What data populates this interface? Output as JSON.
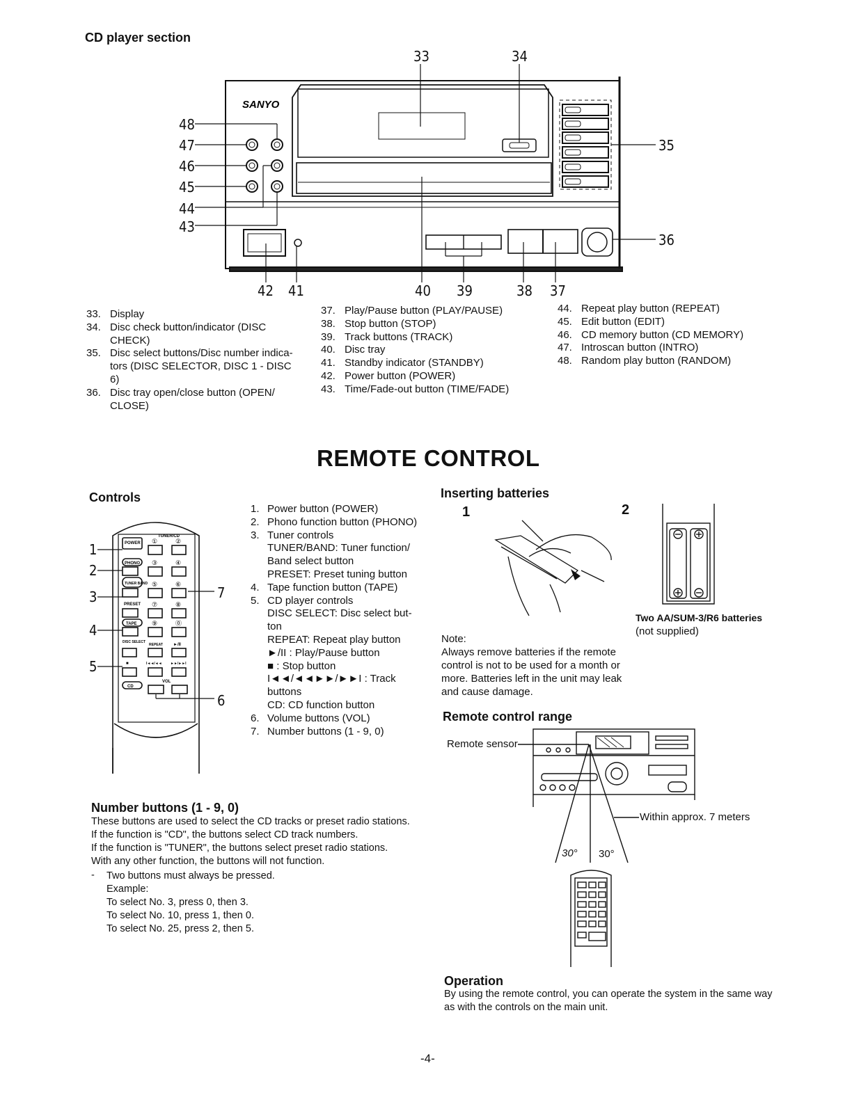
{
  "cd_section": {
    "heading": "CD player section",
    "brand": "SANYO",
    "callouts": {
      "c33": "33",
      "c34": "34",
      "c35": "35",
      "c36": "36",
      "c37": "37",
      "c38": "38",
      "c39": "39",
      "c40": "40",
      "c41": "41",
      "c42": "42",
      "c43": "43",
      "c44": "44",
      "c45": "45",
      "c46": "46",
      "c47": "47",
      "c48": "48"
    },
    "legend_col1": [
      {
        "num": "33.",
        "lines": [
          "Display"
        ]
      },
      {
        "num": "34.",
        "lines": [
          "Disc check button/indicator (DISC",
          "CHECK)"
        ]
      },
      {
        "num": "35.",
        "lines": [
          "Disc select buttons/Disc number indica-",
          "tors (DISC SELECTOR, DISC 1 - DISC 6)"
        ]
      },
      {
        "num": "36.",
        "lines": [
          "Disc tray open/close button (OPEN/",
          "CLOSE)"
        ]
      }
    ],
    "legend_col2": [
      {
        "num": "37.",
        "lines": [
          "Play/Pause button (PLAY/PAUSE)"
        ]
      },
      {
        "num": "38.",
        "lines": [
          "Stop button (STOP)"
        ]
      },
      {
        "num": "39.",
        "lines": [
          "Track buttons (TRACK)"
        ]
      },
      {
        "num": "40.",
        "lines": [
          "Disc tray"
        ]
      },
      {
        "num": "41.",
        "lines": [
          "Standby indicator (STANDBY)"
        ]
      },
      {
        "num": "42.",
        "lines": [
          "Power button (POWER)"
        ]
      },
      {
        "num": "43.",
        "lines": [
          "Time/Fade-out button (TIME/FADE)"
        ]
      }
    ],
    "legend_col3": [
      {
        "num": "44.",
        "lines": [
          "Repeat play button (REPEAT)"
        ]
      },
      {
        "num": "45.",
        "lines": [
          "Edit button (EDIT)"
        ]
      },
      {
        "num": "46.",
        "lines": [
          "CD memory button (CD MEMORY)"
        ]
      },
      {
        "num": "47.",
        "lines": [
          "Introscan button (INTRO)"
        ]
      },
      {
        "num": "48.",
        "lines": [
          "Random play button (RANDOM)"
        ]
      }
    ]
  },
  "remote": {
    "title": "REMOTE CONTROL",
    "controls_heading": "Controls",
    "remote_labels": {
      "tuner_cd": "TUNER/CD",
      "power": "POWER",
      "phono": "PHONO",
      "tuner_band": "TUNER BAND",
      "preset": "PRESET",
      "tape": "TAPE",
      "disc_select": "DISC SELECT",
      "repeat": "REPEAT",
      "play_pause": "►/II",
      "stop": "■",
      "track_back": "I◄◄/◄◄",
      "track_fwd": "►►/►►I",
      "cd": "CD",
      "vol": "VOL",
      "k1": "①",
      "k2": "②",
      "k3": "③",
      "k4": "④",
      "k5": "⑤",
      "k6": "⑥",
      "k7": "⑦",
      "k8": "⑧",
      "k9": "⑨",
      "k0": "⓪"
    },
    "callouts": {
      "r1": "1",
      "r2": "2",
      "r3": "3",
      "r4": "4",
      "r5": "5",
      "r6": "6",
      "r7": "7"
    },
    "list": [
      {
        "num": "1.",
        "lines": [
          "Power button (POWER)"
        ]
      },
      {
        "num": "2.",
        "lines": [
          "Phono function button (PHONO)"
        ]
      },
      {
        "num": "3.",
        "lines": [
          "Tuner controls",
          "TUNER/BAND: Tuner function/",
          "Band select button",
          "PRESET: Preset tuning button"
        ]
      },
      {
        "num": "4.",
        "lines": [
          "Tape function button (TAPE)"
        ]
      },
      {
        "num": "5.",
        "lines": [
          "CD player controls",
          "DISC SELECT: Disc select but-",
          "ton",
          "REPEAT: Repeat play button",
          "►/II : Play/Pause button",
          "■ : Stop button",
          "I◄◄/◄◄►►/►►I : Track",
          "buttons",
          "CD: CD function button"
        ]
      },
      {
        "num": "6.",
        "lines": [
          "Volume buttons (VOL)"
        ]
      },
      {
        "num": "7.",
        "lines": [
          "Number buttons (1 - 9, 0)"
        ]
      }
    ],
    "number_buttons": {
      "heading": "Number buttons (1 - 9, 0)",
      "lines": [
        "These buttons are used to select the CD tracks or preset radio stations.",
        "If the function is \"CD\", the buttons select CD track numbers.",
        "If the function is \"TUNER\", the buttons select preset radio stations.",
        "With any other function, the buttons will not function."
      ],
      "bullet": "Two buttons must always be pressed.",
      "example_lines": [
        "Example:",
        "To select No. 3, press 0, then 3.",
        "To select No. 10, press 1, then 0.",
        "To select No. 25, press 2, then 5."
      ]
    },
    "batteries": {
      "heading": "Inserting batteries",
      "step1": "1",
      "step2": "2",
      "caption_bold": "Two AA/SUM-3/R6 batteries",
      "caption_note": "(not supplied)",
      "note_lines": [
        "Note:",
        "Always remove batteries if the remote",
        "control is not to be used for a month or",
        "more. Batteries left in the unit may leak",
        "and cause damage."
      ]
    },
    "range": {
      "heading": "Remote control range",
      "sensor_label": "Remote sensor",
      "distance_label": "Within approx. 7 meters",
      "angle_left": "30°",
      "angle_right": "30°"
    },
    "operation": {
      "heading": "Operation",
      "lines": [
        "By using the remote control, you can operate the system in the same way",
        "as with the controls on the main unit."
      ]
    }
  },
  "footer": {
    "page": "-4-"
  }
}
